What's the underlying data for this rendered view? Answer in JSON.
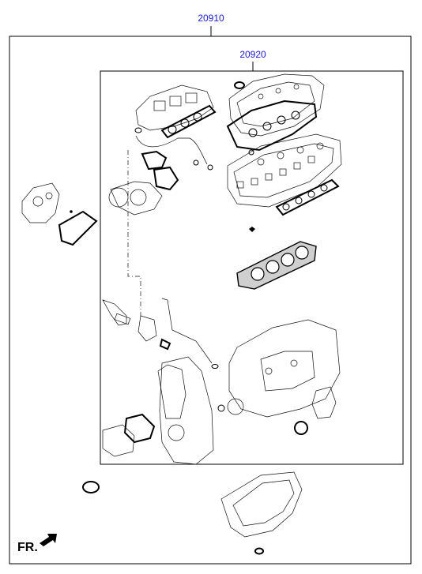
{
  "labels": {
    "outer_kit_part_no": "20910",
    "inner_kit_part_no": "20920",
    "direction_label": "FR."
  },
  "colors": {
    "callout_text": "#1a1ad6",
    "line": "#000000",
    "background": "#ffffff"
  },
  "icons": [
    "front-direction-arrow-icon"
  ]
}
